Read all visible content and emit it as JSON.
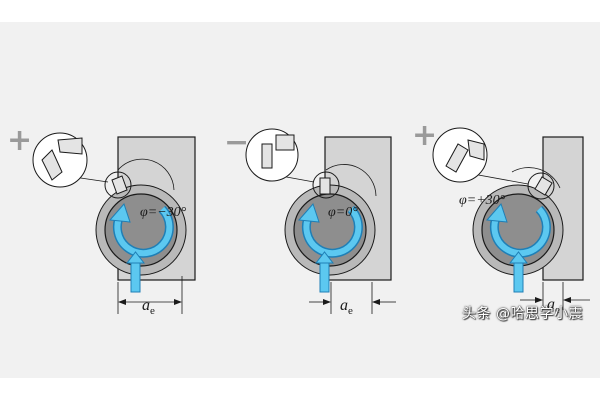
{
  "colors": {
    "background": "#f1f1f1",
    "workpiece": "#d4d4d4",
    "wheel": "#8e8e8e",
    "tool_ring": "#b9b9b9",
    "arrow_blue": "#5cc8f0",
    "arrow_outline": "#1f7fb6",
    "line": "#1a1a1a"
  },
  "panels": [
    {
      "id": "left",
      "sign": "+",
      "phi_label": "φ=−30°",
      "depth_symbol": "a",
      "depth_subscript": "e"
    },
    {
      "id": "middle",
      "sign": "−",
      "phi_label": "φ=0°",
      "depth_symbol": "a",
      "depth_subscript": "e"
    },
    {
      "id": "right",
      "sign": "+",
      "phi_label": "φ=+30°",
      "depth_symbol": "a",
      "depth_subscript": "e"
    }
  ],
  "watermark": "头条 @哈思学小震"
}
